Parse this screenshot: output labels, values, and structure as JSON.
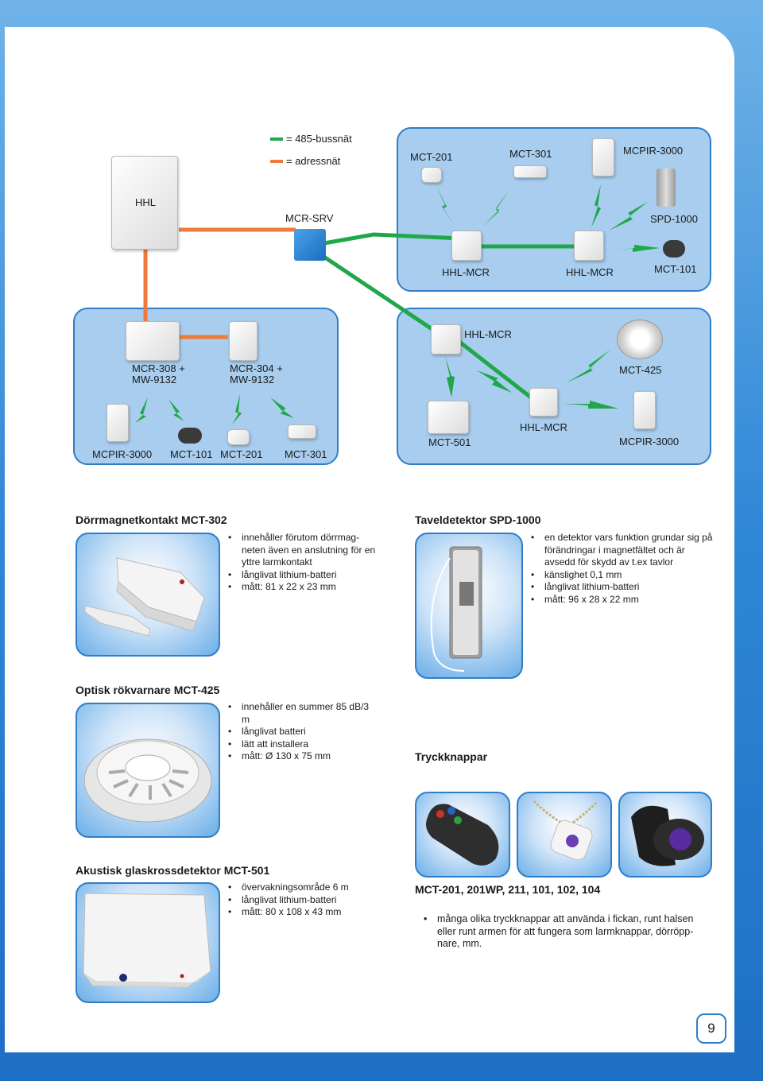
{
  "legend": {
    "bus": "= 485-bussnät",
    "address": "= adressnät",
    "bus_color": "#1fa84a",
    "address_color": "#f07a3c"
  },
  "diagram": {
    "hhl": "HHL",
    "mcr_srv": "MCR-SRV",
    "top_right": {
      "mct201": "MCT-201",
      "mct301": "MCT-301",
      "mcpir3000": "MCPIR-3000",
      "spd1000": "SPD-1000",
      "mct101": "MCT-101",
      "hhl_mcr_1": "HHL-MCR",
      "hhl_mcr_2": "HHL-MCR"
    },
    "bottom_left": {
      "mcr308": "MCR-308 +",
      "mw9132a": "MW-9132",
      "mcr304": "MCR-304 +",
      "mw9132b": "MW-9132",
      "mcpir3000": "MCPIR-3000",
      "mct101": "MCT-101",
      "mct201": "MCT-201",
      "mct301": "MCT-301"
    },
    "bottom_right": {
      "hhl_mcr_1": "HHL-MCR",
      "mct425": "MCT-425",
      "mct501": "MCT-501",
      "hhl_mcr_2": "HHL-MCR",
      "mcpir3000": "MCPIR-3000"
    }
  },
  "products": {
    "mct302": {
      "title": "Dörrmagnetkontakt MCT-302",
      "bullets": [
        "innehåller förutom dörrmag-neten även en anslutning för en yttre larmkontakt",
        "långlivat  lithium-batteri",
        "mått: 81 x 22 x 23 mm"
      ]
    },
    "spd1000": {
      "title": "Taveldetektor SPD-1000",
      "bullets": [
        "en detektor vars funktion grundar sig på förändringar i magnetfältet och är avsedd för skydd av t.ex tavlor",
        "känslighet 0,1 mm",
        "långlivat lithium-batteri",
        "mått: 96 x 28 x 22 mm"
      ]
    },
    "mct425": {
      "title": "Optisk rökvarnare MCT-425",
      "bullets": [
        "innehåller en summer 85 dB/3 m",
        "långlivat batteri",
        "lätt att installera",
        "mått: Ø 130 x 75 mm"
      ]
    },
    "tryck": {
      "title": "Tryckknappar"
    },
    "mct501": {
      "title": "Akustisk glaskrossdetektor MCT-501",
      "bullets": [
        "övervakningsområde 6 m",
        "långlivat lithium-batteri",
        "mått: 80 x 108 x 43 mm"
      ]
    },
    "mct201": {
      "title": "MCT-201, 201WP, 211, 101, 102, 104",
      "bullets": [
        "många olika tryckknappar att använda i fickan, runt halsen eller runt armen för att fungera som larmknappar, dörröpp-nare, mm."
      ]
    }
  },
  "page_number": "9"
}
